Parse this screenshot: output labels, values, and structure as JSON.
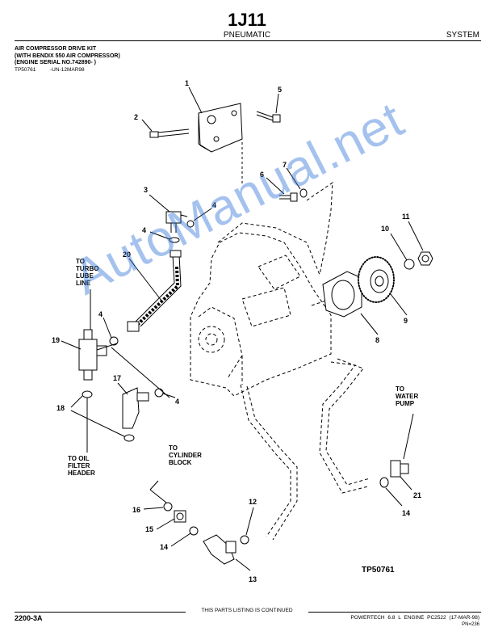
{
  "header": {
    "code": "1J11",
    "center": "PNEUMATIC",
    "right": "SYSTEM"
  },
  "kit": {
    "line1": "AIR COMPRESSOR DRIVE KIT",
    "line2": "(WITH BENDIX 550 AIR COMPRESSOR)",
    "line3": "(ENGINE SERIAL NO.742890-        )",
    "image_code": "TP50761",
    "image_date": "-UN-12MAR98"
  },
  "diagram": {
    "callouts": [
      "1",
      "2",
      "5",
      "6",
      "7",
      "3",
      "4",
      "4",
      "20",
      "10",
      "11",
      "9",
      "8",
      "19",
      "4",
      "17",
      "4",
      "18",
      "16",
      "15",
      "14",
      "12",
      "13",
      "21",
      "14"
    ],
    "notes": {
      "turbo_lube": [
        "TO",
        "TURBO",
        "LUBE",
        "LINE"
      ],
      "oil_filter": [
        "TO OIL",
        "FILTER",
        "HEADER"
      ],
      "cylinder_block": [
        "TO",
        "CYLINDER",
        "BLOCK"
      ],
      "water_pump": [
        "TO",
        "WATER",
        "PUMP"
      ]
    },
    "figure_id": "TP50761"
  },
  "watermark": "AutoManual.net",
  "footer": {
    "left": "2200-3A",
    "center": "THIS PARTS LISTING IS CONTINUED",
    "right": "POWERTECH 6.8 L ENGINE   PC2522   (17-MAR-98)",
    "pn": "PN=236"
  }
}
